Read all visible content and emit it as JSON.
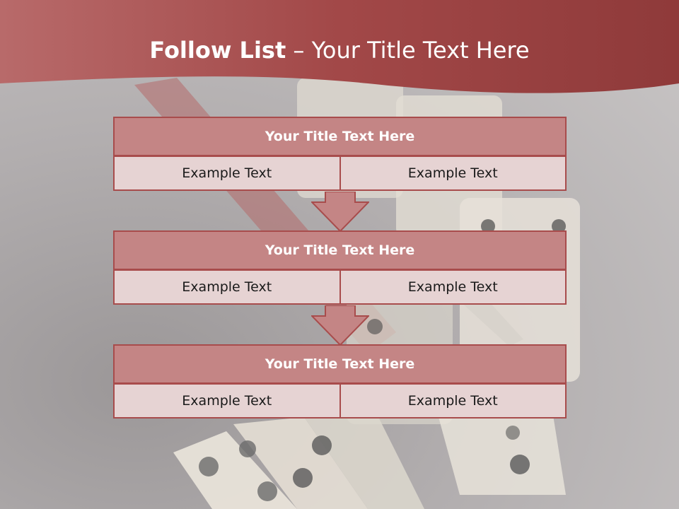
{
  "title": {
    "bold": "Follow List",
    "rest": "  – Your Title Text Here"
  },
  "blocks": [
    {
      "title": "Your Title Text Here",
      "cells": [
        "Example Text",
        "Example Text"
      ]
    },
    {
      "title": "Your Title Text Here",
      "cells": [
        "Example Text",
        "Example Text"
      ]
    },
    {
      "title": "Your Title Text Here",
      "cells": [
        "Example Text",
        "Example Text"
      ]
    }
  ],
  "colors": {
    "banner": "#a84c4c",
    "header_fill": "#c48585",
    "cell_fill": "#e6d3d3",
    "border": "#a84c4c"
  }
}
